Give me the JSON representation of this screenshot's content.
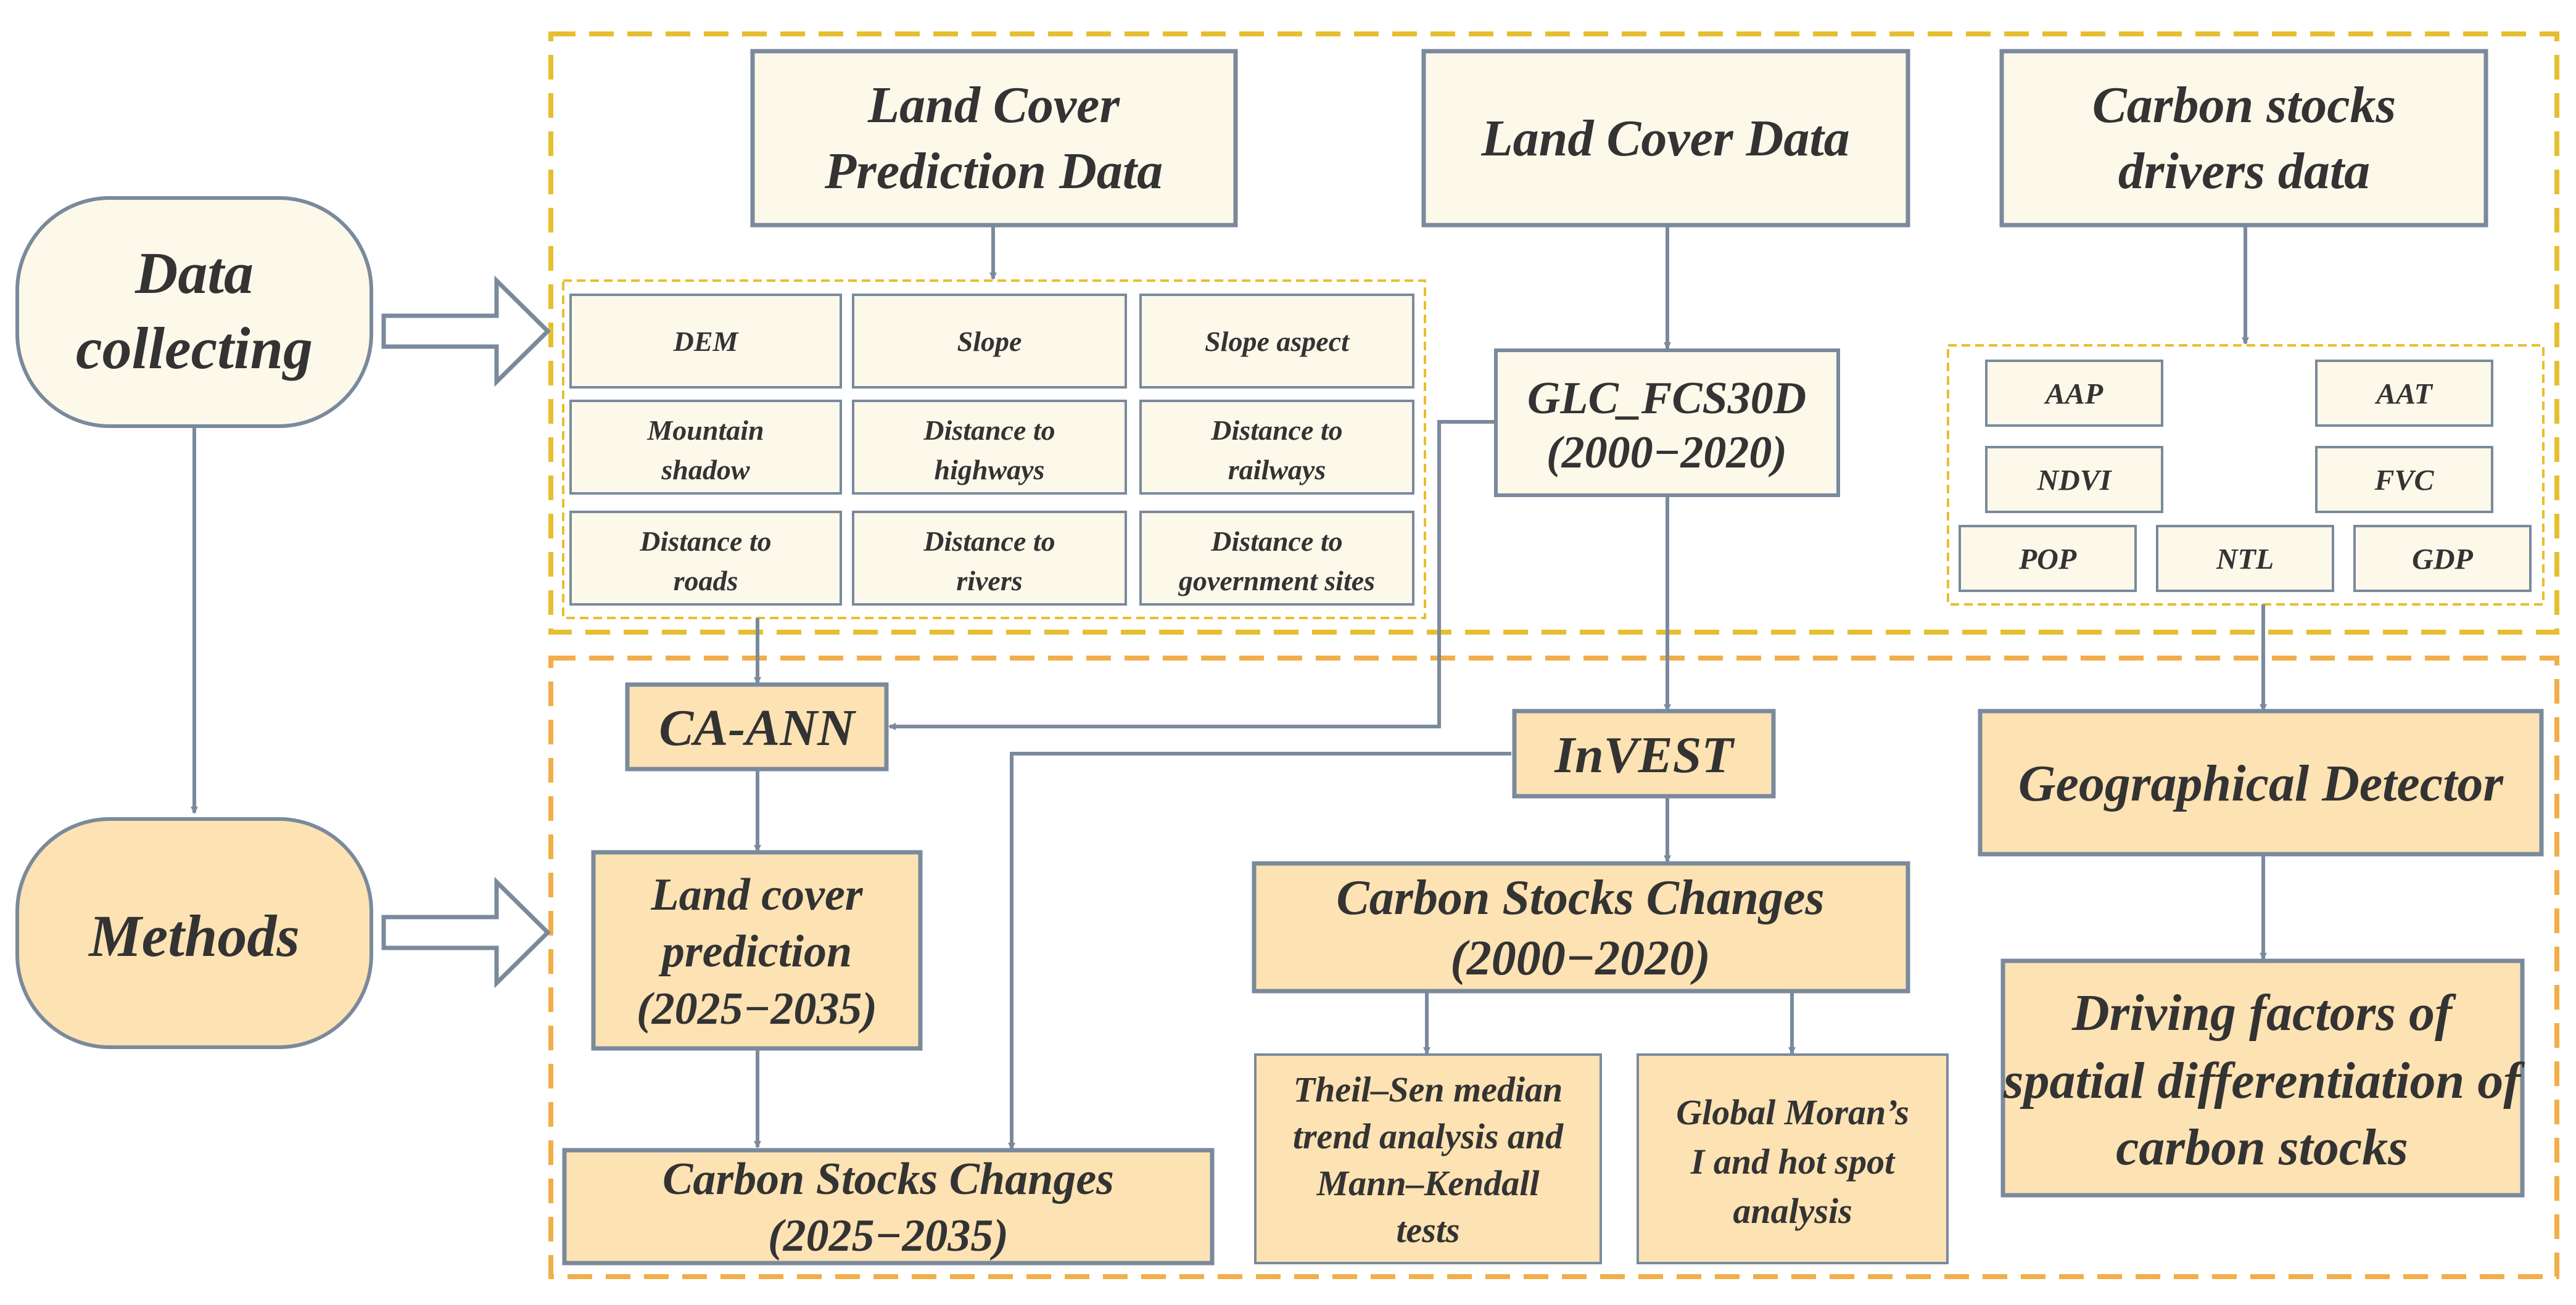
{
  "colors": {
    "top_fill": "#fcf8ea",
    "method_fill": "#fde2b3",
    "stroke": "#7a8a9c",
    "top_frame": "#e6bf30",
    "method_frame": "#f2ae48"
  },
  "stages": {
    "data": "Data collecting",
    "methods": "Methods"
  },
  "data_sources": {
    "land_cover_prediction": "Land Cover Prediction Data",
    "land_cover": "Land Cover Data",
    "carbon_drivers": "Carbon stocks drivers data"
  },
  "prediction_factors": [
    "DEM",
    "Slope",
    "Slope aspect",
    "Mountain shadow",
    "Distance to highways",
    "Distance to railways",
    "Distance to roads",
    "Distance to rivers",
    "Distance to government sites"
  ],
  "glc": "GLC_FCS30D (2000−2020)",
  "drivers": [
    "AAP",
    "AAT",
    "NDVI",
    "FVC",
    "POP",
    "NTL",
    "GDP"
  ],
  "methods": {
    "ca_ann": "CA-ANN",
    "invest": "InVEST",
    "geodetector": "Geographical Detector",
    "land_cover_prediction": "Land cover prediction (2025−2035)",
    "carbon_changes_past": "Carbon Stocks Changes (2000−2020)",
    "carbon_changes_future": "Carbon Stocks Changes (2025−2035)",
    "theil_sen": "Theil–Sen median trend analysis and Mann–Kendall tests",
    "moran": "Global Moran’s I and hot spot analysis",
    "driving_factors": "Driving factors of spatial differentiation of carbon stocks"
  }
}
